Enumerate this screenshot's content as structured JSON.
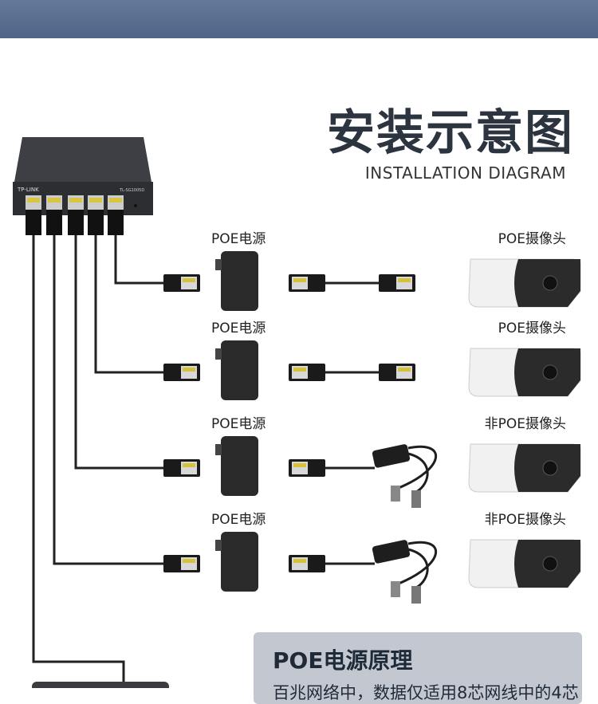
{
  "header": {
    "title": "安装示意图",
    "subtitle": "INSTALLATION DIAGRAM"
  },
  "switch": {
    "brand": "TP-LINK",
    "model": "TL-SG1005D"
  },
  "rows": [
    {
      "power_label": "POE电源",
      "camera_label": "POE摄像头",
      "splitter": false
    },
    {
      "power_label": "POE电源",
      "camera_label": "POE摄像头",
      "splitter": false
    },
    {
      "power_label": "POE电源",
      "camera_label": "非POE摄像头",
      "splitter": true
    },
    {
      "power_label": "POE电源",
      "camera_label": "非POE摄像头",
      "splitter": true
    }
  ],
  "info": {
    "title": "POE电源原理",
    "text": "百兆网络中，数据仅适用8芯网线中的4芯"
  }
}
